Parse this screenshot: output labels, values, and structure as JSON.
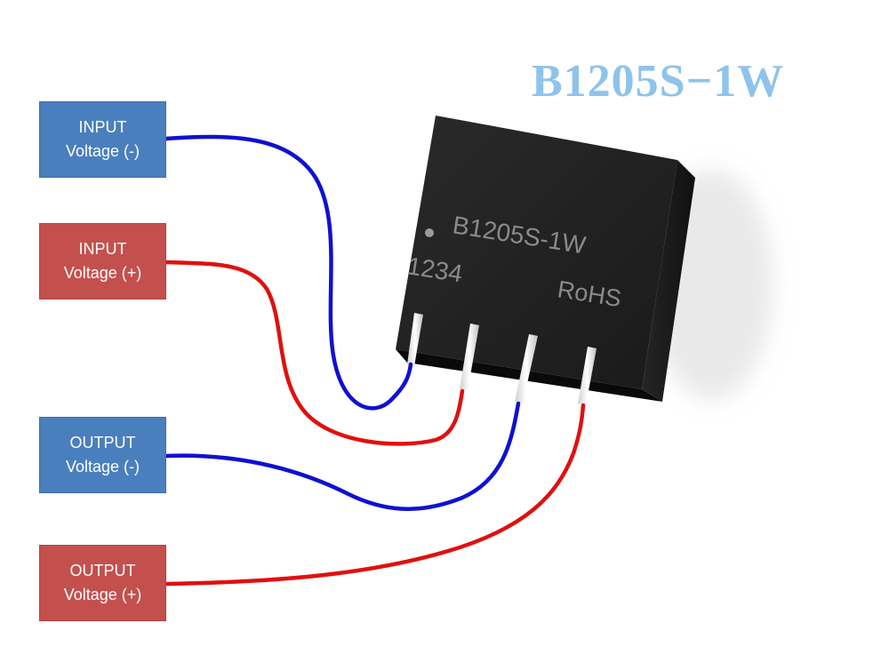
{
  "title": "B1205S−1W",
  "module": {
    "marking_model": "B1205S-1W",
    "marking_pins": "1234",
    "marking_rohs": "RoHS"
  },
  "labels": [
    {
      "line1": "INPUT",
      "line2": "Voltage (-)"
    },
    {
      "line1": "INPUT",
      "line2": "Voltage (+)"
    },
    {
      "line1": "OUTPUT",
      "line2": "Voltage (-)"
    },
    {
      "line1": "OUTPUT",
      "line2": "Voltage (+)"
    }
  ],
  "colors": {
    "title": "#8ec3ec",
    "negative_box": "#4a7fbe",
    "positive_box": "#c4504d",
    "negative_wire": "#1010d0",
    "positive_wire": "#e01010",
    "module_body": "#141414"
  }
}
